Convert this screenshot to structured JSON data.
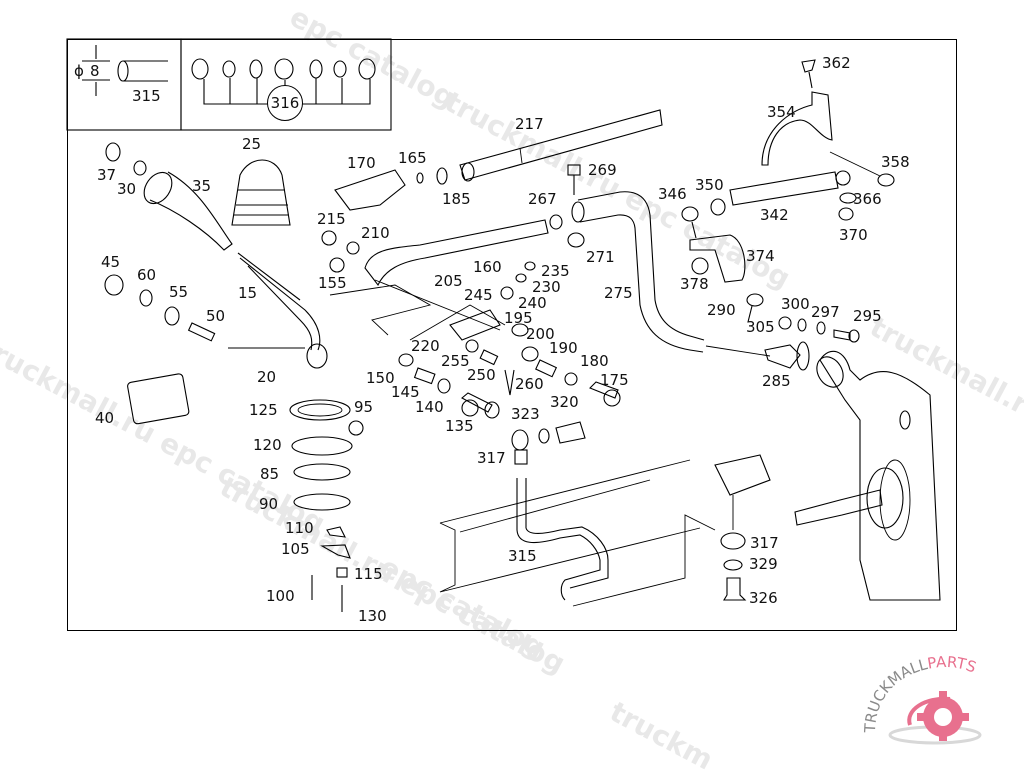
{
  "diagram": {
    "type": "exploded-parts-diagram",
    "subject": "Gear shift linkage assembly",
    "inset_left": {
      "dimension_symbol": "ϕ",
      "dimension_value": "8",
      "part": "315"
    },
    "inset_right": {
      "callout": "316"
    },
    "parts": [
      {
        "id": "p15",
        "number": "15"
      },
      {
        "id": "p20",
        "number": "20"
      },
      {
        "id": "p25",
        "number": "25"
      },
      {
        "id": "p30",
        "number": "30"
      },
      {
        "id": "p35",
        "number": "35"
      },
      {
        "id": "p37",
        "number": "37"
      },
      {
        "id": "p40",
        "number": "40"
      },
      {
        "id": "p45",
        "number": "45"
      },
      {
        "id": "p50",
        "number": "50"
      },
      {
        "id": "p55",
        "number": "55"
      },
      {
        "id": "p60",
        "number": "60"
      },
      {
        "id": "p85",
        "number": "85"
      },
      {
        "id": "p90",
        "number": "90"
      },
      {
        "id": "p95",
        "number": "95"
      },
      {
        "id": "p100",
        "number": "100"
      },
      {
        "id": "p105",
        "number": "105"
      },
      {
        "id": "p110",
        "number": "110"
      },
      {
        "id": "p115",
        "number": "115"
      },
      {
        "id": "p120",
        "number": "120"
      },
      {
        "id": "p125",
        "number": "125"
      },
      {
        "id": "p130",
        "number": "130"
      },
      {
        "id": "p135",
        "number": "135"
      },
      {
        "id": "p140",
        "number": "140"
      },
      {
        "id": "p145",
        "number": "145"
      },
      {
        "id": "p150",
        "number": "150"
      },
      {
        "id": "p155",
        "number": "155"
      },
      {
        "id": "p160",
        "number": "160"
      },
      {
        "id": "p165",
        "number": "165"
      },
      {
        "id": "p170",
        "number": "170"
      },
      {
        "id": "p175",
        "number": "175"
      },
      {
        "id": "p180",
        "number": "180"
      },
      {
        "id": "p185",
        "number": "185"
      },
      {
        "id": "p190",
        "number": "190"
      },
      {
        "id": "p195",
        "number": "195"
      },
      {
        "id": "p200",
        "number": "200"
      },
      {
        "id": "p205",
        "number": "205"
      },
      {
        "id": "p210",
        "number": "210"
      },
      {
        "id": "p215",
        "number": "215"
      },
      {
        "id": "p217",
        "number": "217"
      },
      {
        "id": "p220",
        "number": "220"
      },
      {
        "id": "p230",
        "number": "230"
      },
      {
        "id": "p235",
        "number": "235"
      },
      {
        "id": "p240",
        "number": "240"
      },
      {
        "id": "p245",
        "number": "245"
      },
      {
        "id": "p250",
        "number": "250"
      },
      {
        "id": "p255",
        "number": "255"
      },
      {
        "id": "p260",
        "number": "260"
      },
      {
        "id": "p267",
        "number": "267"
      },
      {
        "id": "p269",
        "number": "269"
      },
      {
        "id": "p271",
        "number": "271"
      },
      {
        "id": "p275",
        "number": "275"
      },
      {
        "id": "p285",
        "number": "285"
      },
      {
        "id": "p290",
        "number": "290"
      },
      {
        "id": "p295",
        "number": "295"
      },
      {
        "id": "p297",
        "number": "297"
      },
      {
        "id": "p300",
        "number": "300"
      },
      {
        "id": "p305",
        "number": "305"
      },
      {
        "id": "p315",
        "number": "315"
      },
      {
        "id": "p317a",
        "number": "317"
      },
      {
        "id": "p317b",
        "number": "317"
      },
      {
        "id": "p320",
        "number": "320"
      },
      {
        "id": "p323",
        "number": "323"
      },
      {
        "id": "p326",
        "number": "326"
      },
      {
        "id": "p329",
        "number": "329"
      },
      {
        "id": "p342",
        "number": "342"
      },
      {
        "id": "p346",
        "number": "346"
      },
      {
        "id": "p350",
        "number": "350"
      },
      {
        "id": "p354",
        "number": "354"
      },
      {
        "id": "p358",
        "number": "358"
      },
      {
        "id": "p362",
        "number": "362"
      },
      {
        "id": "p366",
        "number": "366"
      },
      {
        "id": "p370",
        "number": "370"
      },
      {
        "id": "p374",
        "number": "374"
      },
      {
        "id": "p378",
        "number": "378"
      }
    ]
  },
  "watermarks": [
    "epc catalog",
    "truckmall.ru epc catalog",
    "truckmall.ru epc catalog",
    "epc catalog",
    "truckmall.ru e",
    "truckmall.ru epc catalog",
    "truckm"
  ],
  "logo": {
    "text_dark": "TRUCKMALL",
    "text_accent": "PARTS",
    "accent_color": "#e8708e",
    "dark_color": "#8a8a8a"
  }
}
